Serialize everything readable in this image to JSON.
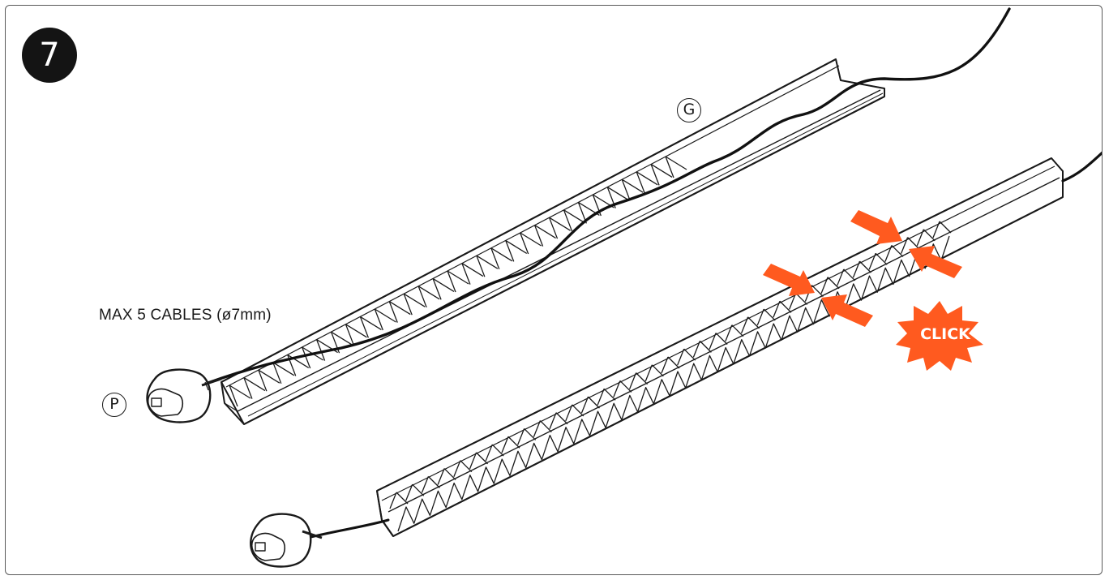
{
  "step": {
    "number": "7"
  },
  "callouts": {
    "g": "G",
    "p": "P"
  },
  "note": {
    "cable_limit": "MAX 5 CABLES (ø7mm)"
  },
  "action": {
    "click_label": "CLICK"
  },
  "colors": {
    "accent_orange": "#ff5a1f",
    "ink": "#1a1a1a"
  },
  "icons": [
    "cable-tray",
    "cable",
    "power-plug",
    "push-arrow",
    "click-burst"
  ]
}
